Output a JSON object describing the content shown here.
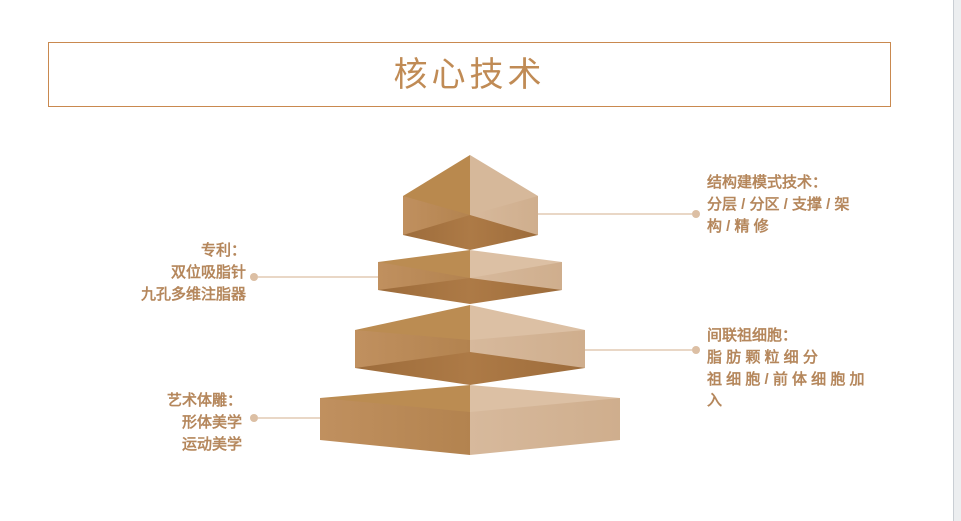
{
  "slide": {
    "title": "核心技术",
    "background_color": "#ffffff",
    "accent_color": "#c08b55",
    "border_color": "#c9894f"
  },
  "palette": {
    "face_left": "#bb8c5f",
    "face_right": "#d3b394",
    "face_under": "#a97440",
    "connector": "#dcbfa4",
    "text": "#b5875c",
    "gutter": "#eceef0"
  },
  "diagram": {
    "type": "layered-pyramid",
    "tier_count": 4,
    "tiers": [
      {
        "index": 1,
        "position": "top",
        "label_side": "right",
        "heading": "结构建模式技术：",
        "body": "分层 / 分区 / 支撑 / 架\n构 / 精 修"
      },
      {
        "index": 2,
        "position": "upper-middle",
        "label_side": "left",
        "heading": "专利：",
        "body": "双位吸脂针\n九孔多维注脂器"
      },
      {
        "index": 3,
        "position": "lower-middle",
        "label_side": "right",
        "heading": "间联祖细胞：",
        "body": "脂 肪 颗 粒 细 分\n祖 细 胞 / 前 体 细 胞 加\n入"
      },
      {
        "index": 4,
        "position": "bottom",
        "label_side": "left",
        "heading": "艺术体雕：",
        "body": "形体美学\n运动美学"
      }
    ]
  },
  "labels": {
    "tier1": "结构建模式技术：\n分层 / 分区 / 支撑 / 架\n构 / 精 修",
    "tier2": "专利：\n双位吸脂针\n九孔多维注脂器",
    "tier3": "间联祖细胞：\n脂 肪 颗 粒 细 分\n祖 细 胞 / 前 体 细 胞 加\n入",
    "tier4": "艺术体雕：\n形体美学\n运动美学"
  }
}
